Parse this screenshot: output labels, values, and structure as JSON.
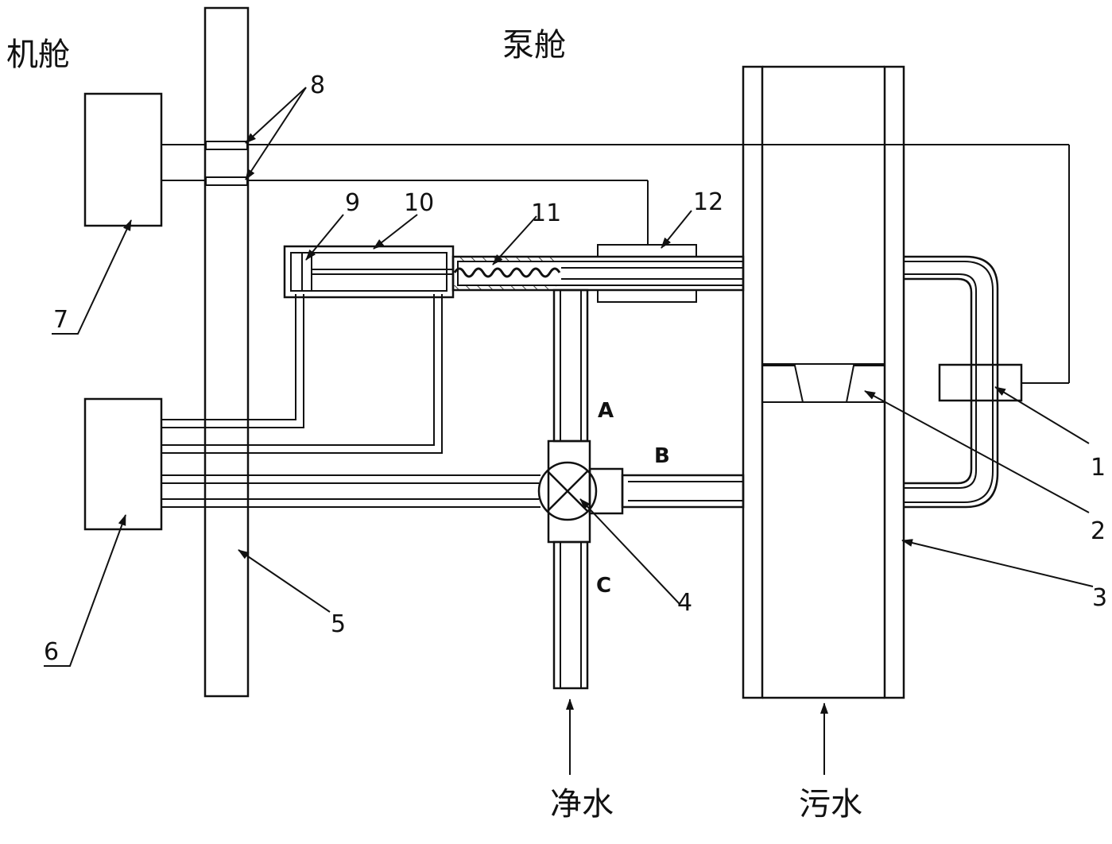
{
  "labels": {
    "engine_room": "机舱",
    "pump_room": "泵舱",
    "clean_water": "净水",
    "sewage": "污水"
  },
  "ports": {
    "a": "A",
    "b": "B",
    "c": "C"
  },
  "callouts": {
    "n1": "1",
    "n2": "2",
    "n3": "3",
    "n4": "4",
    "n5": "5",
    "n6": "6",
    "n7": "7",
    "n8": "8",
    "n9": "9",
    "n10": "10",
    "n11": "11",
    "n12": "12"
  }
}
